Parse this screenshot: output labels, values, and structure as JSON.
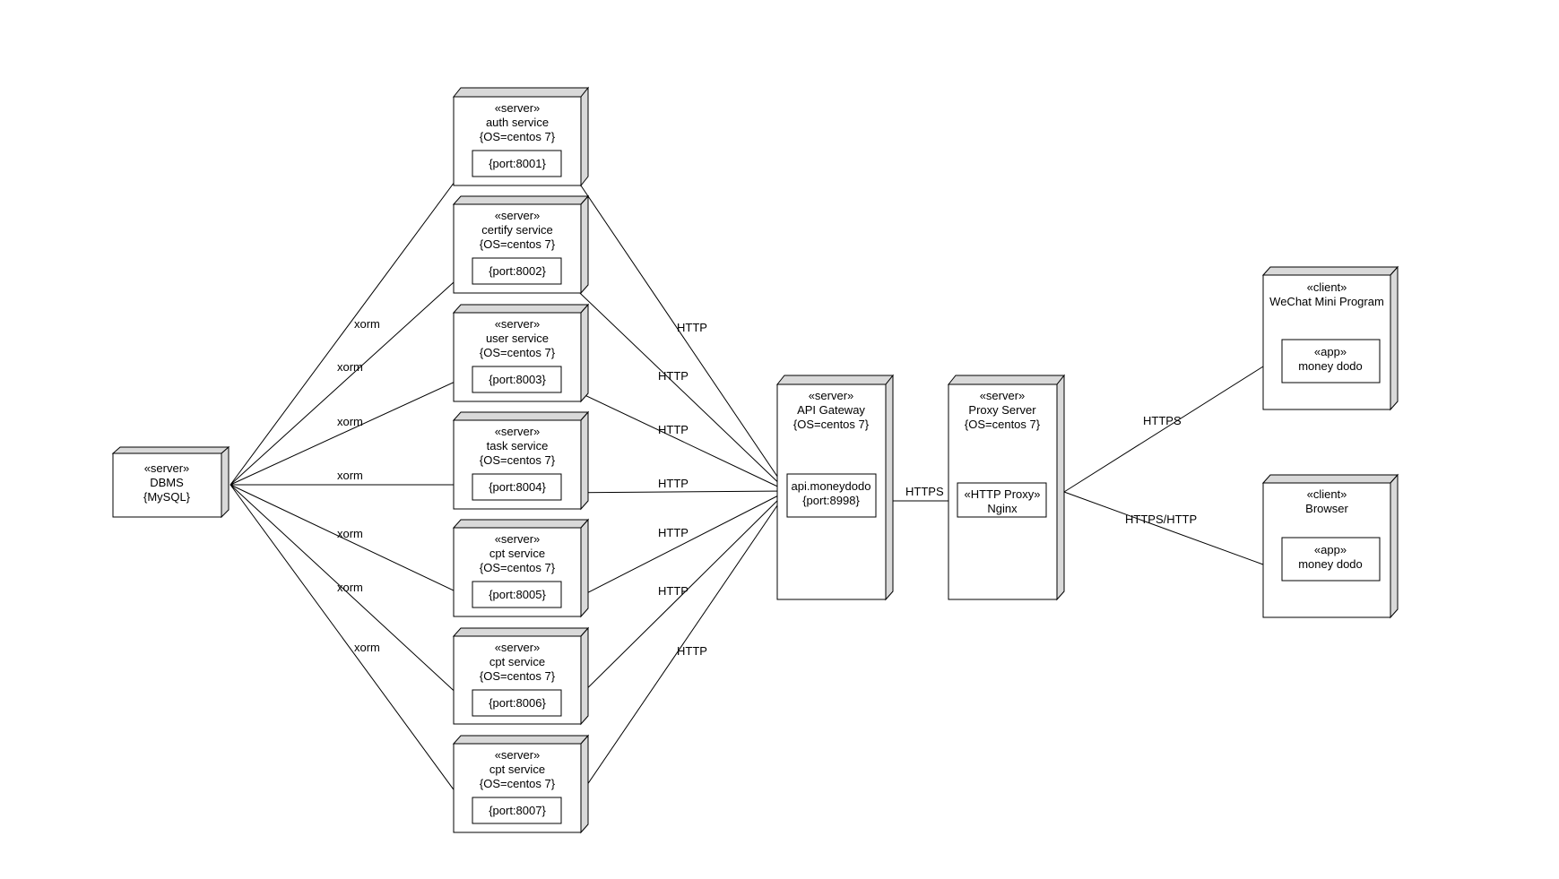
{
  "nodes": {
    "dbms": {
      "stereotype": "«server»",
      "name": "DBMS",
      "prop": "{MySQL}"
    },
    "auth": {
      "stereotype": "«server»",
      "name": "auth service",
      "prop": "{OS=centos 7}",
      "port": "{port:8001}"
    },
    "certify": {
      "stereotype": "«server»",
      "name": "certify service",
      "prop": "{OS=centos 7}",
      "port": "{port:8002}"
    },
    "user": {
      "stereotype": "«server»",
      "name": "user service",
      "prop": "{OS=centos 7}",
      "port": "{port:8003}"
    },
    "task": {
      "stereotype": "«server»",
      "name": "task service",
      "prop": "{OS=centos 7}",
      "port": "{port:8004}"
    },
    "cpt1": {
      "stereotype": "«server»",
      "name": "cpt service",
      "prop": "{OS=centos 7}",
      "port": "{port:8005}"
    },
    "cpt2": {
      "stereotype": "«server»",
      "name": "cpt service",
      "prop": "{OS=centos 7}",
      "port": "{port:8006}"
    },
    "cpt3": {
      "stereotype": "«server»",
      "name": "cpt service",
      "prop": "{OS=centos 7}",
      "port": "{port:8007}"
    },
    "gateway": {
      "stereotype": "«server»",
      "name": "API Gateway",
      "prop": "{OS=centos 7}",
      "inner1": "api.moneydodo",
      "inner2": "{port:8998}"
    },
    "proxy": {
      "stereotype": "«server»",
      "name": "Proxy Server",
      "prop": "{OS=centos 7}",
      "inner1": "«HTTP Proxy»",
      "inner2": "Nginx"
    },
    "wechat": {
      "stereotype": "«client»",
      "name": "WeChat Mini Program",
      "inner1": "«app»",
      "inner2": "money dodo"
    },
    "browser": {
      "stereotype": "«client»",
      "name": "Browser",
      "inner1": "«app»",
      "inner2": "money dodo"
    }
  },
  "edges": {
    "xorm": "xorm",
    "http": "HTTP",
    "https": "HTTPS",
    "https_http": "HTTPS/HTTP"
  }
}
